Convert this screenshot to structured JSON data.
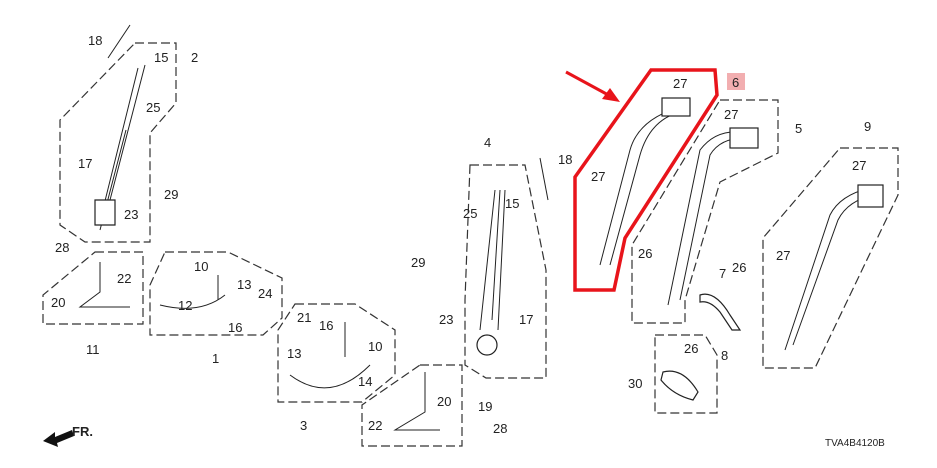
{
  "diagram": {
    "highlight_color": "#e8141b",
    "selected_label_bg": "#f2aeb0",
    "front_indicator": "FR.",
    "drawing_code": "TVA4B4120B",
    "selected_part": "6",
    "labels": [
      "18",
      "15",
      "2",
      "25",
      "17",
      "29",
      "23",
      "28",
      "22",
      "20",
      "11",
      "10",
      "12",
      "13",
      "24",
      "16",
      "1",
      "21",
      "16",
      "13",
      "10",
      "14",
      "3",
      "22",
      "20",
      "19",
      "28",
      "4",
      "18",
      "15",
      "25",
      "29",
      "23",
      "17",
      "27",
      "6",
      "27",
      "27",
      "5",
      "9",
      "27",
      "26",
      "7",
      "26",
      "8",
      "27",
      "26",
      "30"
    ]
  }
}
